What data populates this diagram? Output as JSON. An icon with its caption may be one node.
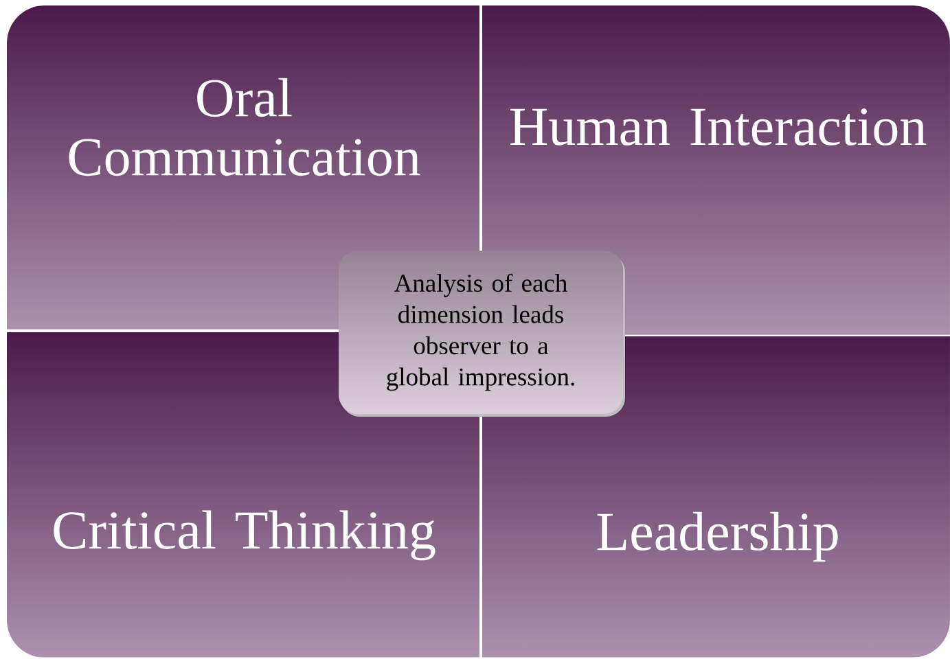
{
  "diagram": {
    "nodes": [
      {
        "text": [
          "Oral Communication"
        ]
      },
      {
        "text": [
          "Human Interaction"
        ]
      },
      {
        "text": [
          "Critical Thinking"
        ]
      },
      {
        "text": [
          "Leadership"
        ]
      },
      {
        "text": [
          "Analysis of each dimension leads observer to a global impression."
        ]
      }
    ]
  }
}
